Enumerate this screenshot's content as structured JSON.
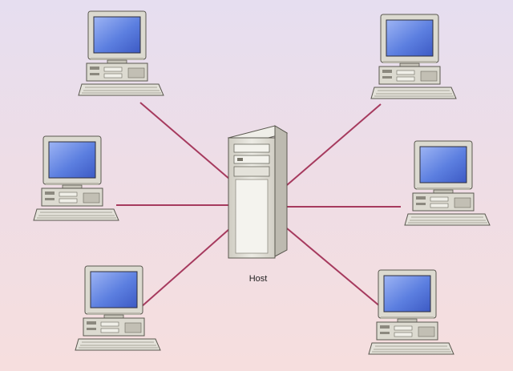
{
  "host": {
    "label": "Host"
  },
  "terminals": [
    {
      "name": "top-left"
    },
    {
      "name": "middle-left"
    },
    {
      "name": "bottom-left"
    },
    {
      "name": "top-right"
    },
    {
      "name": "middle-right"
    },
    {
      "name": "bottom-right"
    }
  ],
  "colors": {
    "link": "#a63a5e",
    "screen": "#5c7fe0",
    "beige": "#dcdad0",
    "beige_dark": "#9b988c",
    "beige_light": "#f0efe8",
    "outline": "#5a584f",
    "background_top": "#e6def0",
    "background_bottom": "#f6dede"
  }
}
